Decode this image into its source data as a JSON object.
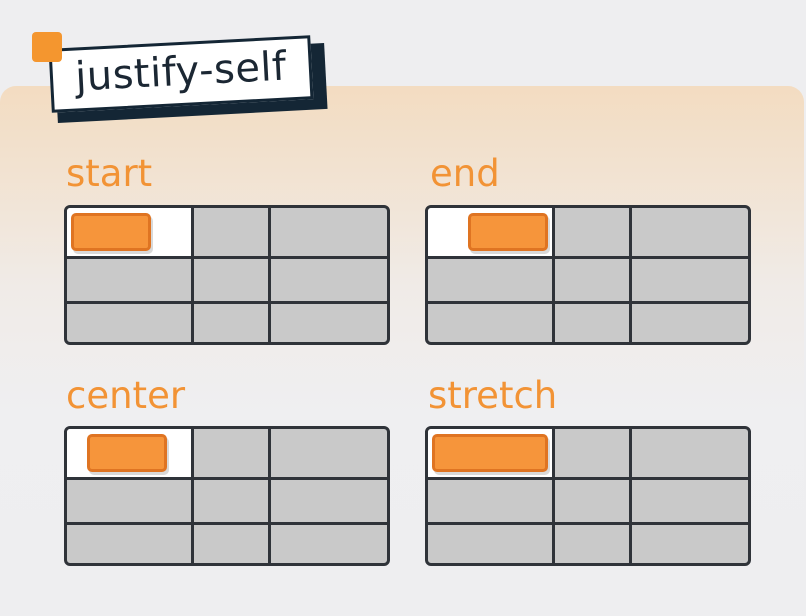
{
  "title": "justify-self",
  "sections": [
    {
      "label": "start",
      "alignment": "start"
    },
    {
      "label": "end",
      "alignment": "end"
    },
    {
      "label": "center",
      "alignment": "center"
    },
    {
      "label": "stretch",
      "alignment": "stretch"
    }
  ],
  "colors": {
    "accent": "#f4962f",
    "label": "#f29335",
    "item_fill": "#f6953b",
    "grid_fill": "#c9c9c9",
    "grid_line": "#2f3339",
    "title_dark": "#142635"
  }
}
